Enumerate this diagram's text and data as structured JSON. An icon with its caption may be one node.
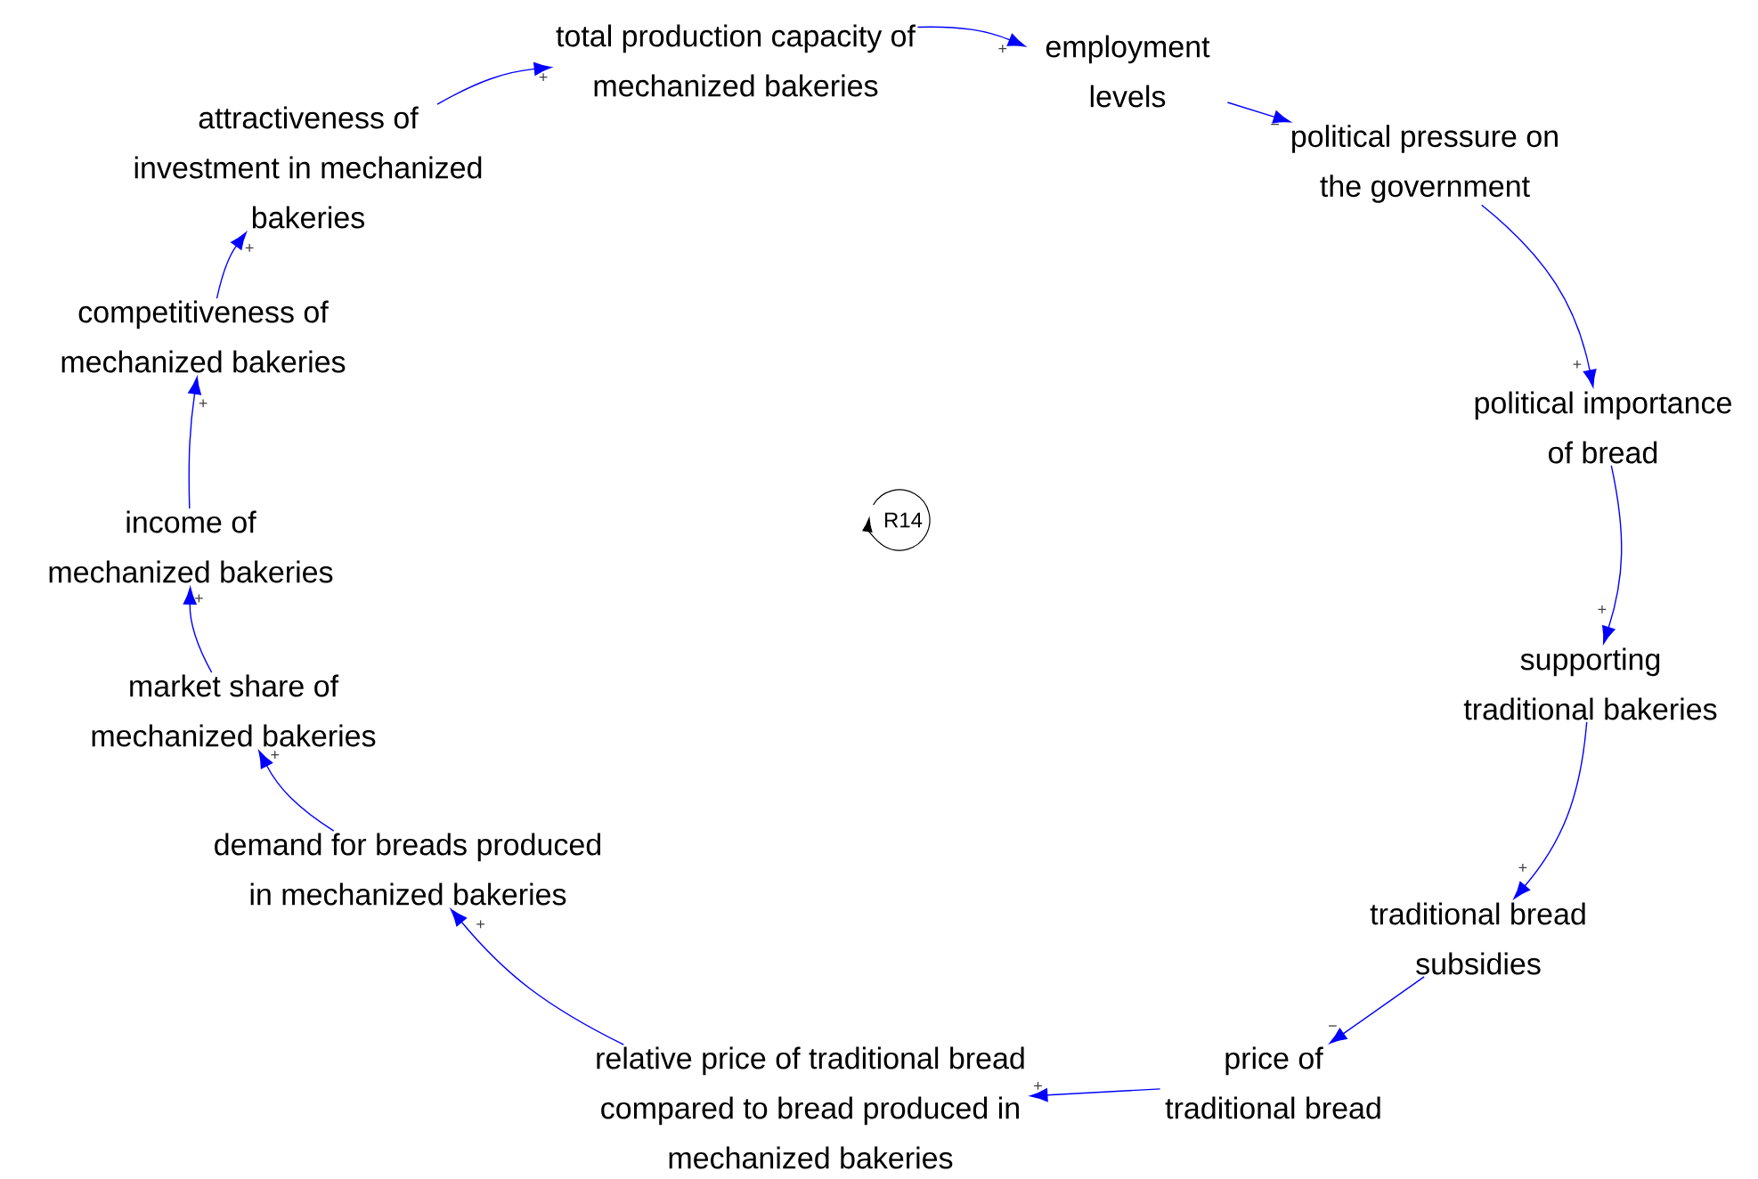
{
  "diagram": {
    "nodes": [
      {
        "text": [
          "total production capacity of mechanized bakeries"
        ]
      },
      {
        "text": [
          "employment levels"
        ]
      },
      {
        "text": [
          "political pressure on the government"
        ]
      },
      {
        "text": [
          "political importance of bread"
        ]
      },
      {
        "text": [
          "supporting traditional bakeries"
        ]
      },
      {
        "text": [
          "traditional bread subsidies"
        ]
      },
      {
        "text": [
          "price of traditional bread"
        ]
      },
      {
        "text": [
          "relative price of traditional bread compared to bread produced in mechanized bakeries"
        ]
      },
      {
        "text": [
          "demand for breads produced in mechanized bakeries"
        ]
      },
      {
        "text": [
          "market share of mechanized bakeries"
        ]
      },
      {
        "text": [
          "income of mechanized bakeries"
        ]
      },
      {
        "text": [
          "competitiveness of mechanized bakeries"
        ]
      },
      {
        "text": [
          "attractiveness of investment in mechanized bakeries"
        ]
      }
    ],
    "edges": [
      {
        "from": 0,
        "to": 1,
        "arrow": "to",
        "label": "+"
      },
      {
        "from": 1,
        "to": 2,
        "arrow": "to",
        "label": "−"
      },
      {
        "from": 2,
        "to": 3,
        "arrow": "to",
        "label": "+"
      },
      {
        "from": 3,
        "to": 4,
        "arrow": "to",
        "label": "+"
      },
      {
        "from": 4,
        "to": 5,
        "arrow": "to",
        "label": "+"
      },
      {
        "from": 5,
        "to": 6,
        "arrow": "to",
        "label": "−"
      },
      {
        "from": 6,
        "to": 7,
        "arrow": "to",
        "label": "+"
      },
      {
        "from": 7,
        "to": 8,
        "arrow": "to",
        "label": "+"
      },
      {
        "from": 8,
        "to": 9,
        "arrow": "to",
        "label": "+"
      },
      {
        "from": 9,
        "to": 10,
        "arrow": "to",
        "label": "+"
      },
      {
        "from": 10,
        "to": 11,
        "arrow": "to",
        "label": "+"
      },
      {
        "from": 11,
        "to": 12,
        "arrow": "to",
        "label": "+"
      },
      {
        "from": 12,
        "to": 0,
        "arrow": "to",
        "label": "+"
      }
    ],
    "labels": [
      "R14"
    ]
  }
}
